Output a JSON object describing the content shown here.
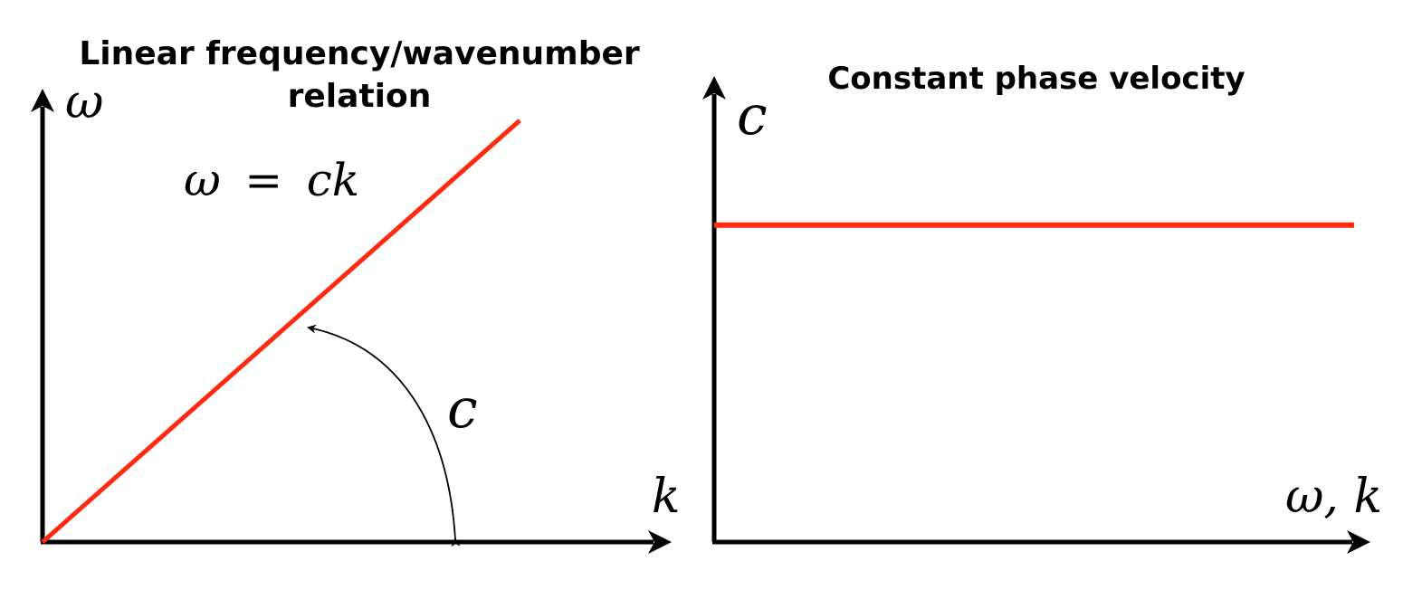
{
  "colors": {
    "axis": "#000000",
    "series": "#ff2a10",
    "background": "#ffffff"
  },
  "chart_data": [
    {
      "type": "line",
      "title_lines": [
        "Linear frequency/wavenumber",
        "relation"
      ],
      "xlabel": "k",
      "ylabel": "ω",
      "equation": {
        "lhs": "ω",
        "op": "=",
        "rhs": "ck"
      },
      "angle_label": "c",
      "grid": false,
      "legend": "none",
      "xlim": [
        0,
        1
      ],
      "ylim": [
        0,
        1
      ],
      "series": [
        {
          "x": [
            0,
            0.75
          ],
          "y": [
            0,
            0.93
          ]
        }
      ]
    },
    {
      "type": "line",
      "title": "Constant phase velocity",
      "xlabel": "ω, k",
      "ylabel": "c",
      "grid": false,
      "legend": "none",
      "xlim": [
        0,
        1
      ],
      "ylim": [
        0,
        1
      ],
      "series": [
        {
          "x": [
            0,
            1
          ],
          "y": [
            0.68,
            0.68
          ]
        }
      ]
    }
  ]
}
